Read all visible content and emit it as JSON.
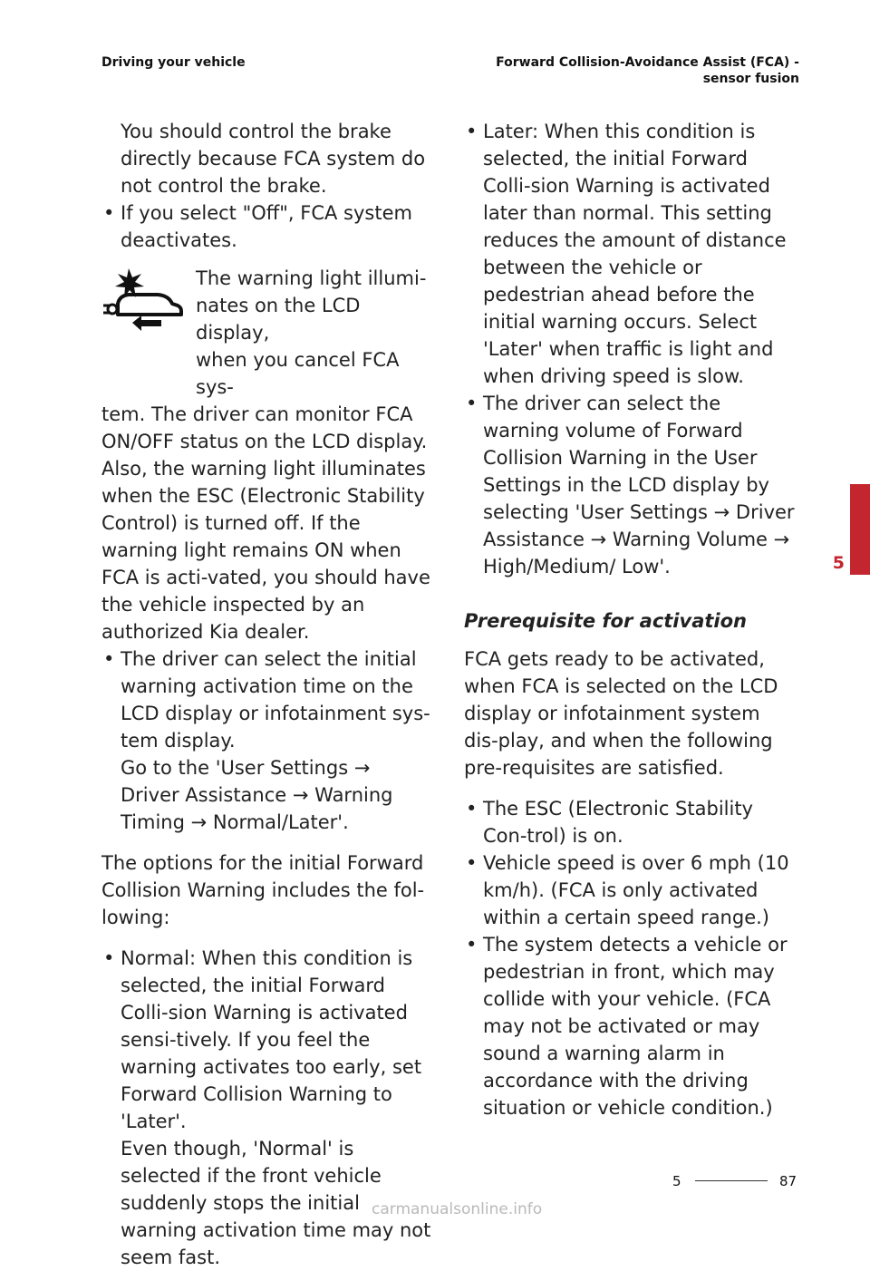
{
  "header": {
    "left": "Driving your vehicle",
    "right_line1": "Forward Collision-Avoidance Assist (FCA) -",
    "right_line2": "sensor fusion"
  },
  "left_column": {
    "cont_text": "You should control the brake directly because FCA system do not control the brake.",
    "bullet_off": "If you select \"Off\", FCA system deactivates.",
    "warning_icon": "fca-warning-light-icon",
    "warning_text_a": "The warning light illumi-",
    "warning_text_b": "nates on the LCD display,",
    "warning_text_c": "when you cancel FCA sys-",
    "warning_text_rest": "tem. The driver can monitor FCA ON/OFF status on the LCD display. Also, the warning light illuminates when the ESC (Electronic Stability Control) is turned off. If the warning light remains ON when FCA is acti-vated, you should have the vehicle inspected by an authorized Kia dealer.",
    "bullet_timing": "The driver can select the initial warning activation time on the LCD display or infotainment sys-tem display.",
    "bullet_timing_sub": "Go to the 'User Settings → Driver Assistance → Warning Timing → Normal/Later'.",
    "options_intro": "The options for the initial Forward Collision Warning includes the fol-lowing:",
    "bullet_normal": "Normal: When this condition is selected, the initial Forward Colli-sion Warning is activated sensi-tively. If you feel the warning activates too early, set Forward Collision Warning to 'Later'.",
    "bullet_normal_sub": "Even though, 'Normal' is selected if the front vehicle suddenly stops the initial warning activation time may not seem fast."
  },
  "right_column": {
    "bullet_later": "Later: When this condition is selected, the initial Forward Colli-sion Warning is activated later than normal. This setting reduces the amount of distance between the vehicle or pedestrian ahead before the initial warning occurs. Select 'Later' when traffic is light and when driving speed is slow.",
    "bullet_volume": "The driver can select the warning volume of Forward Collision Warning in the User Settings in the LCD display by selecting 'User Settings → Driver Assistance → Warning Volume → High/Medium/ Low'.",
    "heading": "Prerequisite for activation",
    "prereq_intro": "FCA gets ready to be activated, when FCA is selected on the LCD display or infotainment system dis-play, and when the following pre-requisites are satisfied.",
    "bullet_esc": "The ESC (Electronic Stability Con-trol) is on.",
    "bullet_speed": "Vehicle speed is over 6 mph (10 km/h). (FCA is only activated within a certain speed range.)",
    "bullet_detect": "The system detects a vehicle or pedestrian in front, which may collide with your vehicle. (FCA may not be activated or may sound a warning alarm in accordance with the driving situation or vehicle condition.)"
  },
  "bullet_char": "•",
  "chapter_tab": {
    "number": "5",
    "color": "#c3262f"
  },
  "footer": {
    "chapter": "5",
    "page": "87"
  },
  "watermark": "carmanualsonline.info"
}
